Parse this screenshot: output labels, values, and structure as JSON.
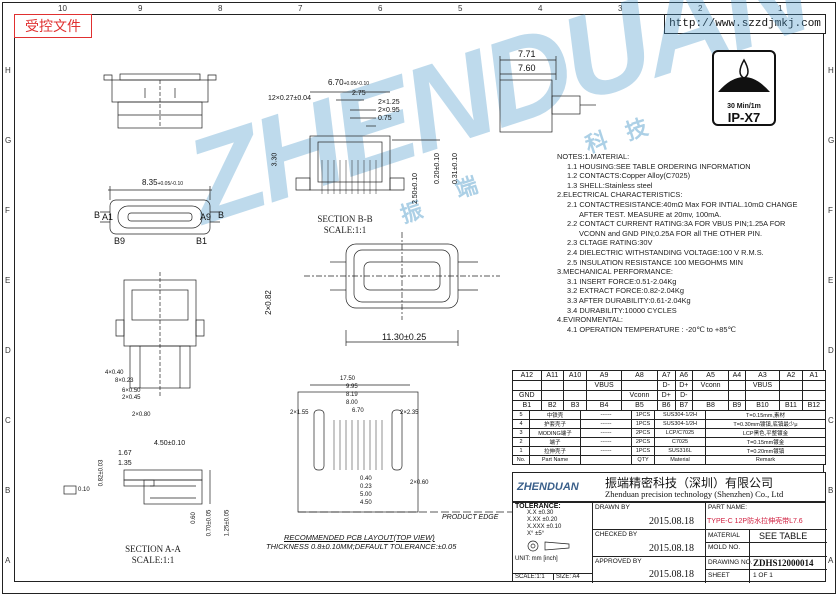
{
  "stamp": "受控文件",
  "url": "http://www.szzdjmkj.com",
  "ruler": {
    "top": [
      "10",
      "9",
      "8",
      "7",
      "6",
      "5",
      "4",
      "3",
      "2",
      "1"
    ],
    "side": [
      "H",
      "G",
      "F",
      "E",
      "D",
      "C",
      "B",
      "A"
    ]
  },
  "watermark": {
    "brand": "ZHENDUAN",
    "cn": [
      "振",
      "端",
      "科",
      "技"
    ]
  },
  "ip_logo": {
    "line1": "30 Min/1m",
    "line2": "IP-X7"
  },
  "dims": {
    "top_width": "6.70",
    "top_width_tol": "+0.05/-0.10",
    "pitch": "12×0.27±0.04",
    "d_275": "2.75",
    "d_125": "2×1.25",
    "d_095": "2×0.95",
    "d_075": "0.75",
    "d_330": "3.30",
    "d_250": "2.50±0.10",
    "d_031": "0.31±0.10",
    "d_020": "0.20±0.10",
    "d_835": "8.35",
    "d_835_tol": "+0.05/-0.10",
    "d_771": "7.71",
    "d_760": "7.60",
    "d_1130": "11.30±0.25",
    "d_082": "2×0.82",
    "d_440": "4×0.40",
    "d_823": "8×0.23",
    "d_650": "6×0.50",
    "d_245": "2×0.45",
    "d_280": "2×0.80",
    "d_450": "4.50±0.10",
    "d_167": "1.67",
    "d_135": "1.35",
    "d_082b": "0.82±0.03",
    "d_010": "0.10",
    "d_060": "0.60",
    "d_070": "0.70±0.05",
    "d_125b": "1.25±0.05",
    "pcb_dims": [
      "17.50",
      "9.95",
      "8.19",
      "8.00",
      "2×1.55",
      "6.70",
      "2×2.35",
      "0.40",
      "0.23",
      "5.00",
      "4.50",
      "2×0.60"
    ]
  },
  "labels": {
    "A1": "A1",
    "A9": "A9",
    "B9": "B9",
    "B1": "B1",
    "B": "B",
    "section_bb": "SECTION B-B",
    "scale_bb": "SCALE:1:1",
    "section_aa": "SECTION A-A",
    "scale_aa": "SCALE:1:1",
    "pcb_layout": "RECOMMENDED PCB LAYOUT(TOP VIEW)",
    "pcb_thick": "THICKNESS 0.8±0.10MM;DEFAULT TOLERANCE:±0.05",
    "product_edge": "PRODUCT EDGE"
  },
  "notes": [
    "NOTES:1.MATERIAL:",
    "1.1 HOUSING:SEE TABLE ORDERING INFORMATION",
    "1.2 CONTACTS:Copper Alloy(C7025)",
    "1.3 SHELL:Stainless steel",
    "2.ELECTRICAL CHARACTERISTICS:",
    "2.1 CONTACTRESISTANCE:40mΩ Max FOR INTIAL.10mΩ CHANGE",
    "AFTER TEST. MEASURE at 20mv, 100mA.",
    "2.2 CONTACT CURRENT RATING:3A FOR VBUS PIN;1.25A FOR",
    "VCONN and GND PIN;0.25A FOR all THE OTHER PIN.",
    "2.3 CLTAGE RATING:30V",
    "2.4 DIELECTRIC WITHSTANDING VOLTAGE:100 V R.M.S.",
    "2.5 INSULATION RESISTANCE 100 MEGOHMS MIN",
    "3.MECHANICAL PERFORMANCE:",
    "3.1 INSERT FORCE:0.51-2.04Kg",
    "3.2 EXTRACT FORCE:0.82-2.04Kg",
    "3.3 AFTER DURABILITY:0.61-2.04Kg",
    "3.4 DURABILITY:10000 CYCLES",
    "4.EVIRONMENTAL:",
    "4.1 OPERATION TEMPERATURE : -20℃ to +85℃"
  ],
  "pins": {
    "row_a": [
      "A12",
      "A11",
      "A10",
      "A9",
      "A8",
      "A7",
      "A6",
      "A5",
      "A4",
      "A3",
      "A2",
      "A1"
    ],
    "row_a_sig": [
      "",
      "",
      "",
      "VBUS",
      "",
      "D-",
      "D+",
      "Vconn",
      "",
      "VBUS",
      "",
      ""
    ],
    "row_b_sig": [
      "GND",
      "",
      "",
      "",
      "Vconn",
      "D+",
      "D-",
      "",
      "",
      "",
      "",
      ""
    ],
    "row_b": [
      "B1",
      "B2",
      "B3",
      "B4",
      "B5",
      "B6",
      "B7",
      "B8",
      "B9",
      "B10",
      "B11",
      "B12"
    ]
  },
  "bom": {
    "rows": [
      [
        "5",
        "中铁壳",
        "------",
        "1PCS",
        "SUS304-1/2H",
        "T=0.15mm,素材"
      ],
      [
        "4",
        "护套壳子",
        "------",
        "1PCS",
        "SUS304-1/2H",
        "T=0.30mm镀镇,底镇最少μ"
      ],
      [
        "3",
        "MODING端子",
        "------",
        "2PCS",
        "LCP/C7025",
        "LCP黑色,平整镀金"
      ],
      [
        "2",
        "端子",
        "------",
        "2PCS",
        "C7025",
        "T=0.15mm镀金"
      ],
      [
        "1",
        "拉伸壳子",
        "------",
        "1PCS",
        "SUS316L",
        "T=0.20mm镀镇"
      ]
    ],
    "header": [
      "No.",
      "Part Name",
      "",
      "QTY",
      "Material",
      "Remark"
    ]
  },
  "title_block": {
    "company_cn": "振端精密科技（深圳）有限公司",
    "company_en": "Zhenduan precision technology (Shenzhen) Co., Ltd",
    "logo": "ZHENDUAN",
    "tolerance_title": "TOLERANCE:",
    "tol_rows": [
      [
        "X.X",
        "±0.30"
      ],
      [
        "X.XX",
        "±0.20"
      ],
      [
        "X.XXX",
        "±0.10"
      ],
      [
        "X°",
        "±5°"
      ]
    ],
    "unit": "UNIT: mm [inch]",
    "scale": "SCALE:1:1",
    "size": "SIZE: A4",
    "drawn_by": "DRAWN BY",
    "checked_by": "CHECKED BY",
    "approved_by": "APPROVED BY",
    "date1": "2015.08.18",
    "date2": "2015.08.18",
    "date3": "2015.08.18",
    "part_name_label": "PART NAME:",
    "part_name": "TYPE-C 12P防水拉伸壳带L7.6",
    "mold_label": "MOLD NO.",
    "material_label": "MATERIAL",
    "material": "SEE TABLE",
    "drawing_label": "DRAWING NO.",
    "drawing": "ZDHS12000014",
    "sheet_label": "SHEET",
    "sheet": "1 OF 1"
  },
  "colors": {
    "stamp": "#e03030",
    "part_name": "#d02040",
    "watermark": "#4696c8",
    "line": "#222222"
  }
}
